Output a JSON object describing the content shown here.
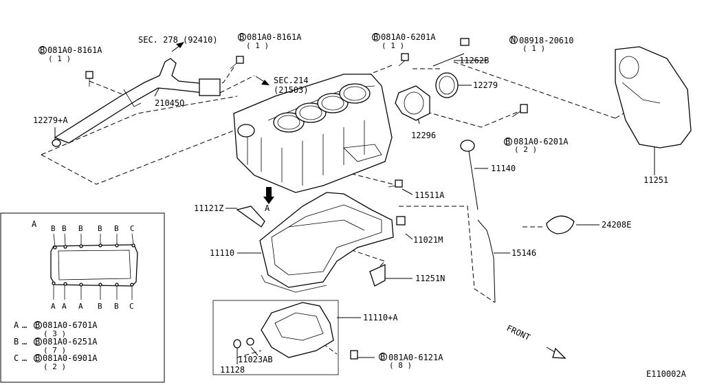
{
  "diagram": {
    "sec_278": "SEC. 278 (92410)",
    "sec_214": "SEC.214",
    "sec_214_sub": "(21503)",
    "view_arrow_letter": "A",
    "front_label": "FRONT",
    "figure_id": "E110002A",
    "parts": {
      "p21045q": "21045Q",
      "p12279a": "12279+A",
      "p12279": "12279",
      "p11262b": "11262B",
      "p12296": "12296",
      "p11251": "11251",
      "p11140": "11140",
      "p11511a": "11511A",
      "p11121z": "11121Z",
      "p11110": "11110",
      "p11021m": "11021M",
      "p24208e": "24208E",
      "p15146": "15146",
      "p11251n": "11251N",
      "p11110a": "11110+A",
      "p11023ab": "11023AB",
      "p11128": "11128"
    },
    "fasteners": [
      {
        "prefix": "B",
        "code": "081A0-8161A",
        "qty": "( 1 )"
      },
      {
        "prefix": "B",
        "code": "081A0-8161A",
        "qty": "( 1 )"
      },
      {
        "prefix": "B",
        "code": "081A0-6201A",
        "qty": "( 1 )"
      },
      {
        "prefix": "N",
        "code": "08918-20610",
        "qty": "( 1 )"
      },
      {
        "prefix": "B",
        "code": "081A0-6201A",
        "qty": "( 2 )"
      },
      {
        "prefix": "B",
        "code": "081A0-6121A",
        "qty": "( 8 )"
      }
    ],
    "inset": {
      "title": "A",
      "top_letters": [
        "B",
        "B",
        "B",
        "B",
        "B",
        "C"
      ],
      "bottom_letters": [
        "A",
        "A",
        "A",
        "B",
        "B",
        "C"
      ],
      "legend": [
        {
          "key": "A",
          "dots": "…",
          "prefix": "B",
          "code": "081A0-6701A",
          "qty": "( 3 )"
        },
        {
          "key": "B",
          "dots": "…",
          "prefix": "B",
          "code": "081A0-6251A",
          "qty": "( 7 )"
        },
        {
          "key": "C",
          "dots": "…",
          "prefix": "B",
          "code": "081A0-6901A",
          "qty": "( 2 )"
        }
      ]
    }
  }
}
